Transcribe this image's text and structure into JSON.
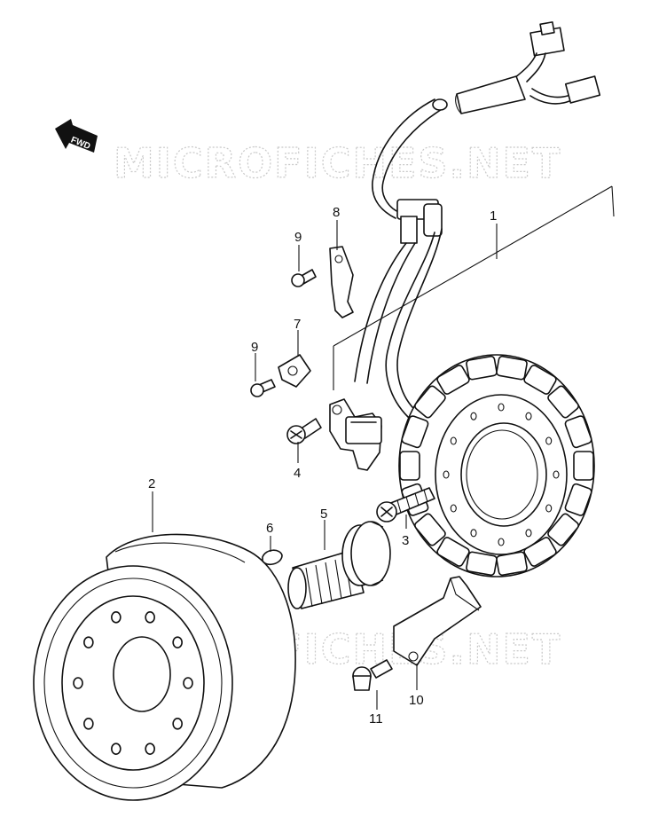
{
  "watermark": {
    "text": "MICROFICHES.NET"
  },
  "fwd_label": "FWD",
  "callouts": [
    {
      "id": "1",
      "label": "1"
    },
    {
      "id": "2",
      "label": "2"
    },
    {
      "id": "3",
      "label": "3"
    },
    {
      "id": "4",
      "label": "4"
    },
    {
      "id": "5",
      "label": "5"
    },
    {
      "id": "6",
      "label": "6"
    },
    {
      "id": "7",
      "label": "7"
    },
    {
      "id": "8",
      "label": "8"
    },
    {
      "id": "9a",
      "label": "9"
    },
    {
      "id": "9b",
      "label": "9"
    },
    {
      "id": "10",
      "label": "10"
    },
    {
      "id": "11",
      "label": "11"
    }
  ]
}
